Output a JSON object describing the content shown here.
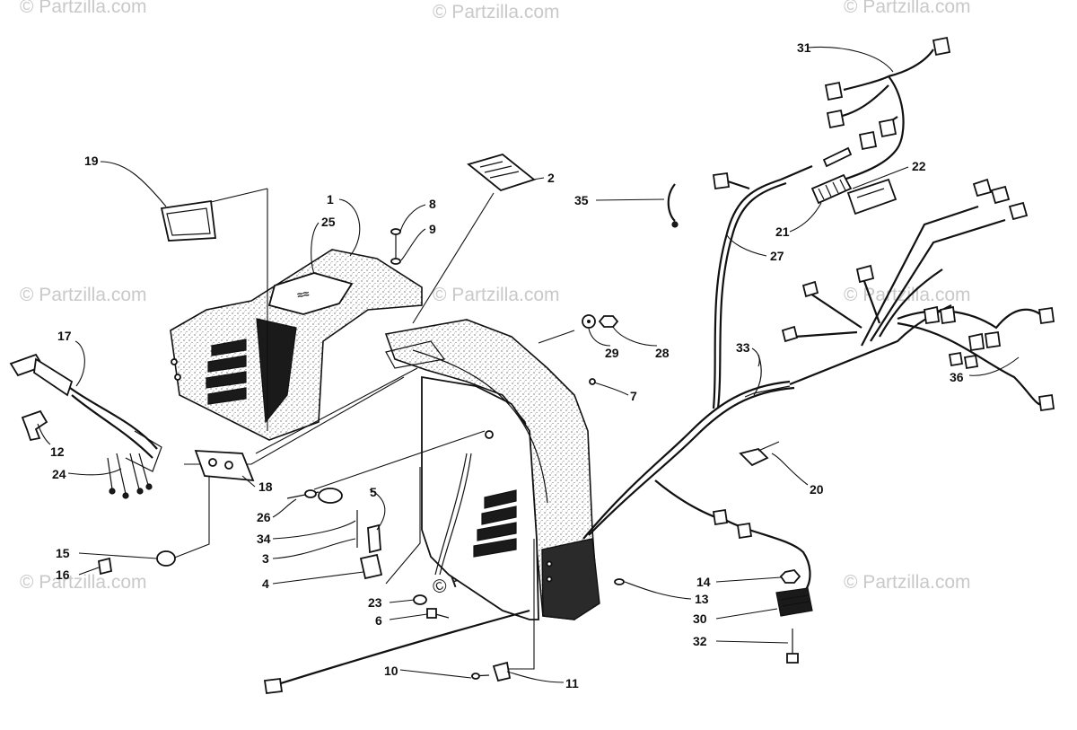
{
  "watermark": {
    "text": "© Partzilla.com"
  },
  "callouts": [
    {
      "label": "1"
    },
    {
      "label": "2"
    },
    {
      "label": "3"
    },
    {
      "label": "4"
    },
    {
      "label": "5"
    },
    {
      "label": "6"
    },
    {
      "label": "7"
    },
    {
      "label": "8"
    },
    {
      "label": "9"
    },
    {
      "label": "10"
    },
    {
      "label": "11"
    },
    {
      "label": "12"
    },
    {
      "label": "13"
    },
    {
      "label": "14"
    },
    {
      "label": "15"
    },
    {
      "label": "16"
    },
    {
      "label": "17"
    },
    {
      "label": "18"
    },
    {
      "label": "19"
    },
    {
      "label": "20"
    },
    {
      "label": "21"
    },
    {
      "label": "22"
    },
    {
      "label": "23"
    },
    {
      "label": "24"
    },
    {
      "label": "25"
    },
    {
      "label": "26"
    },
    {
      "label": "27"
    },
    {
      "label": "28"
    },
    {
      "label": "29"
    },
    {
      "label": "30"
    },
    {
      "label": "31"
    },
    {
      "label": "32"
    },
    {
      "label": "33"
    },
    {
      "label": "34"
    },
    {
      "label": "35"
    },
    {
      "label": "36"
    }
  ]
}
